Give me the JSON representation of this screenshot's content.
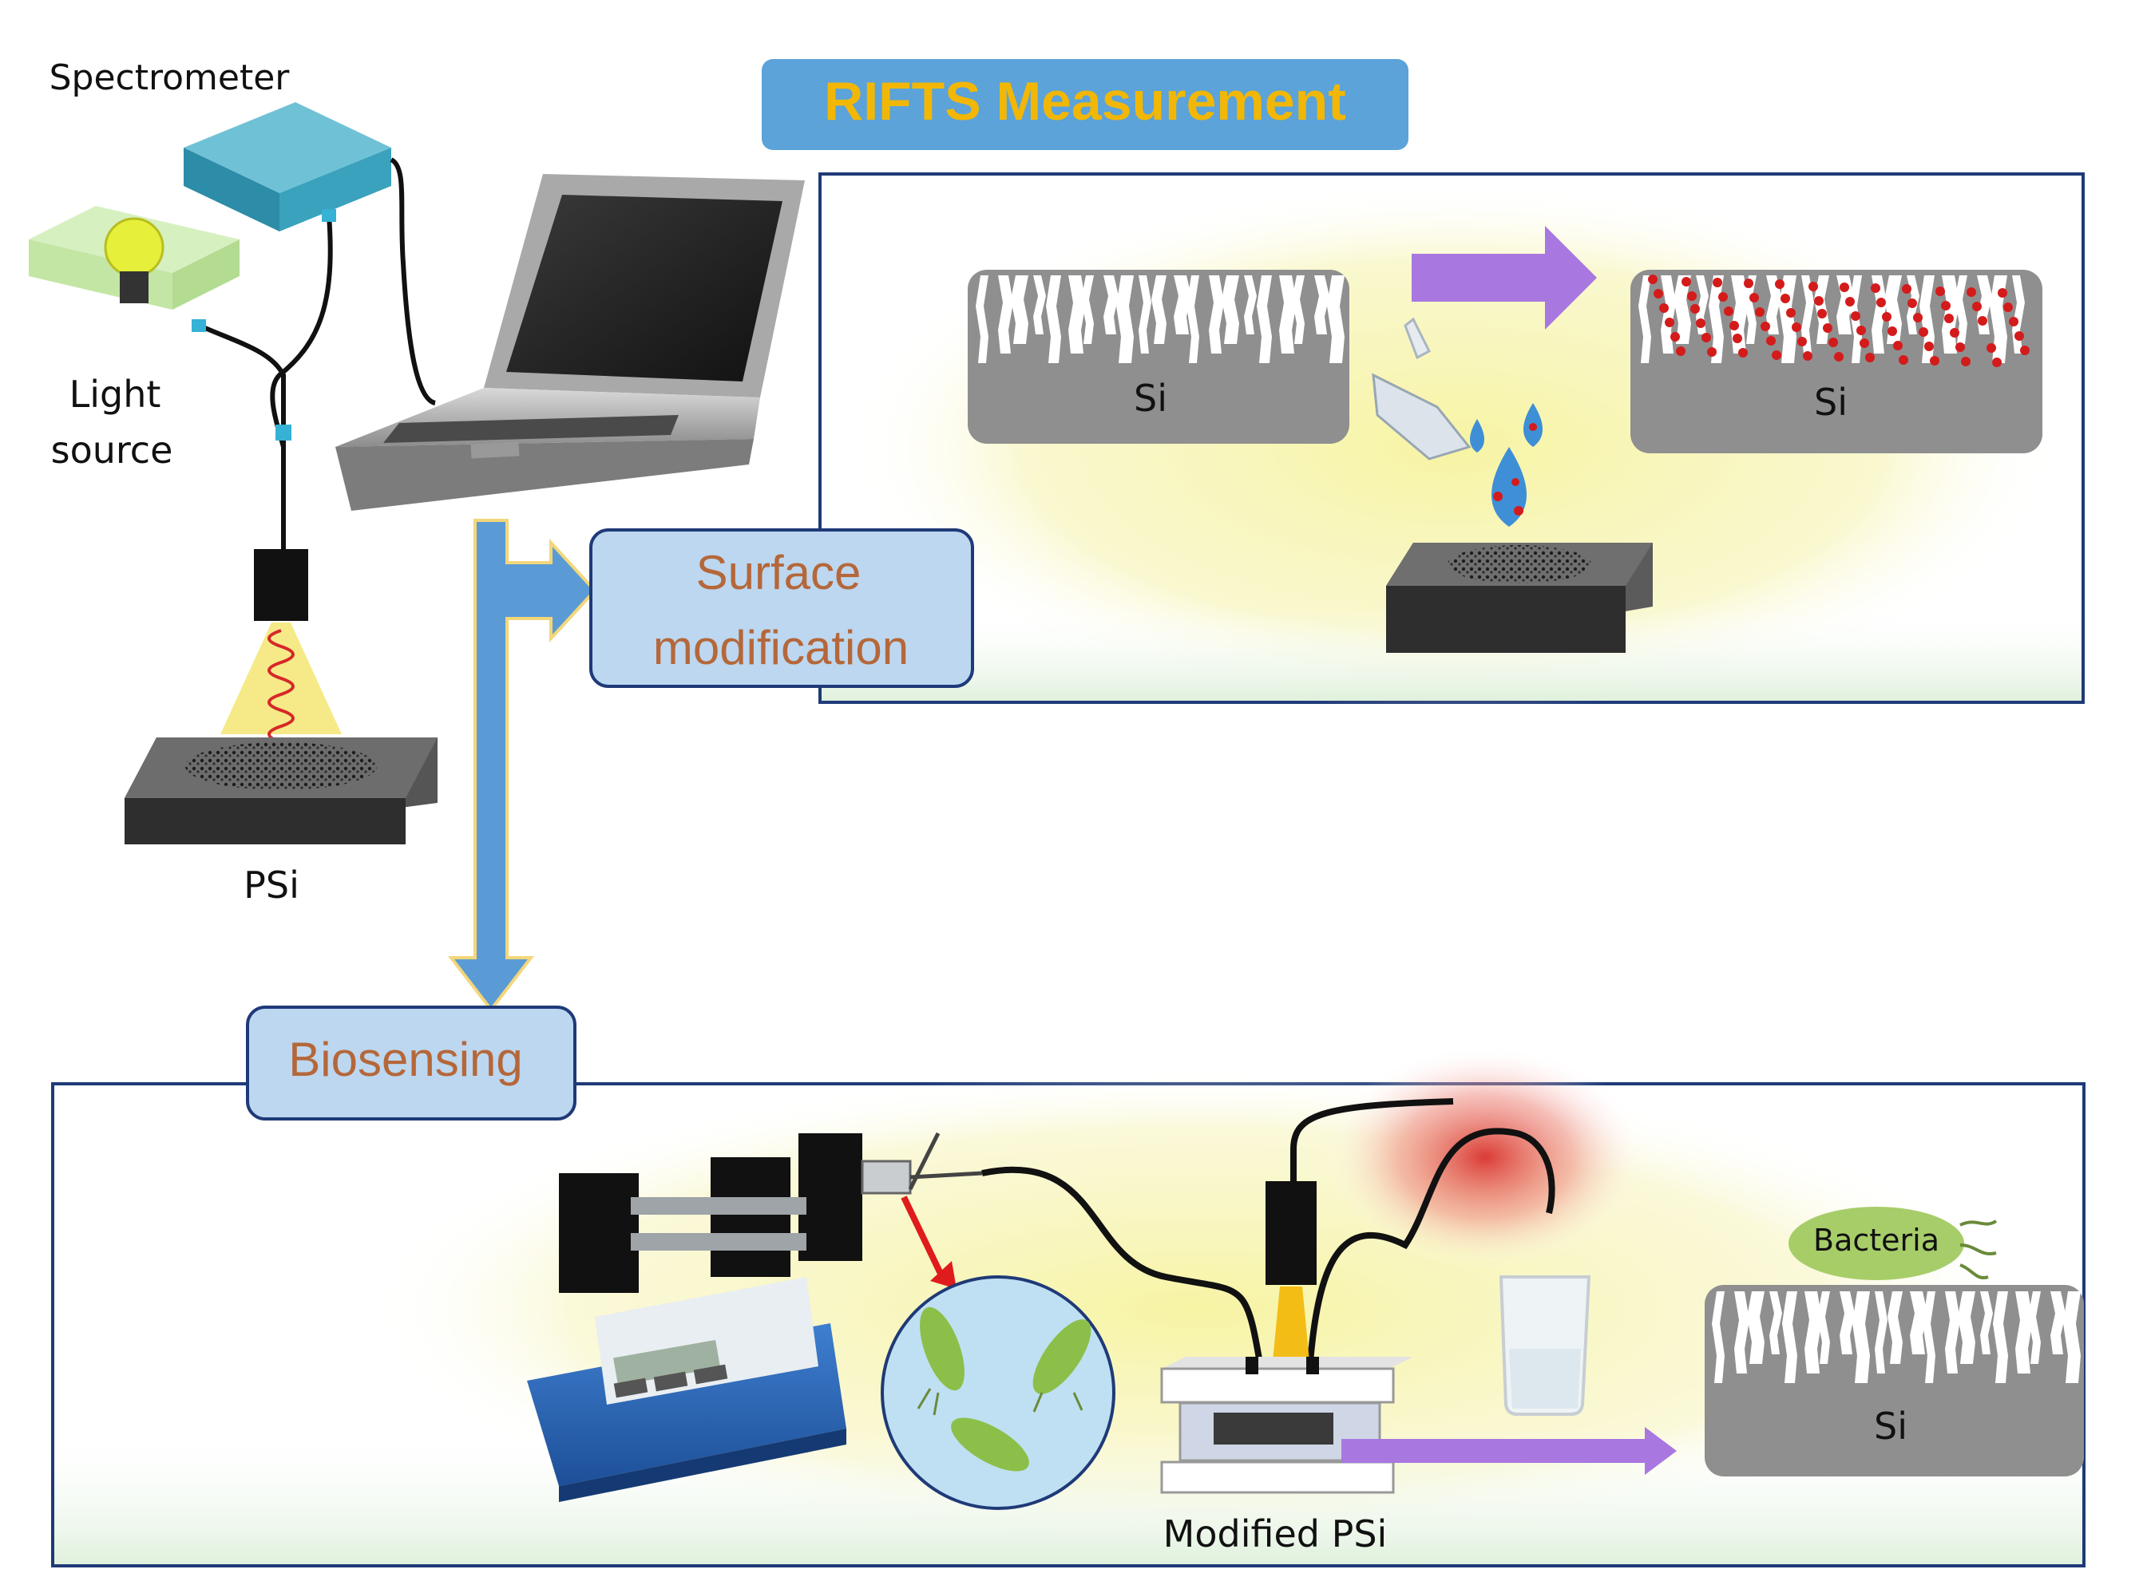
{
  "title": "RIFTS Measurement",
  "setup": {
    "spectrometer": "Spectrometer",
    "light_source_line1": "Light",
    "light_source_line2": "source",
    "psi": "PSi"
  },
  "steps": {
    "surface_line1": "Surface",
    "surface_line2": "modification",
    "biosensing": "Biosensing"
  },
  "surface_panel": {
    "si_left": "Si",
    "si_right": "Si"
  },
  "biosensing_panel": {
    "bacteria": "Bacteria",
    "si": "Si",
    "modified_psi": "Modified PSi"
  },
  "colors": {
    "title_text": "#f2b705",
    "title_box": "#5ba3d9",
    "step_box": "#bcd7ef",
    "step_text": "#b5673a",
    "panel_border": "#1f3a78",
    "arrow_blue": "#5b9bd5",
    "arrow_purple": "#a877e0",
    "silicon": "#8f8f8f",
    "glow": "#f6f3a6"
  }
}
